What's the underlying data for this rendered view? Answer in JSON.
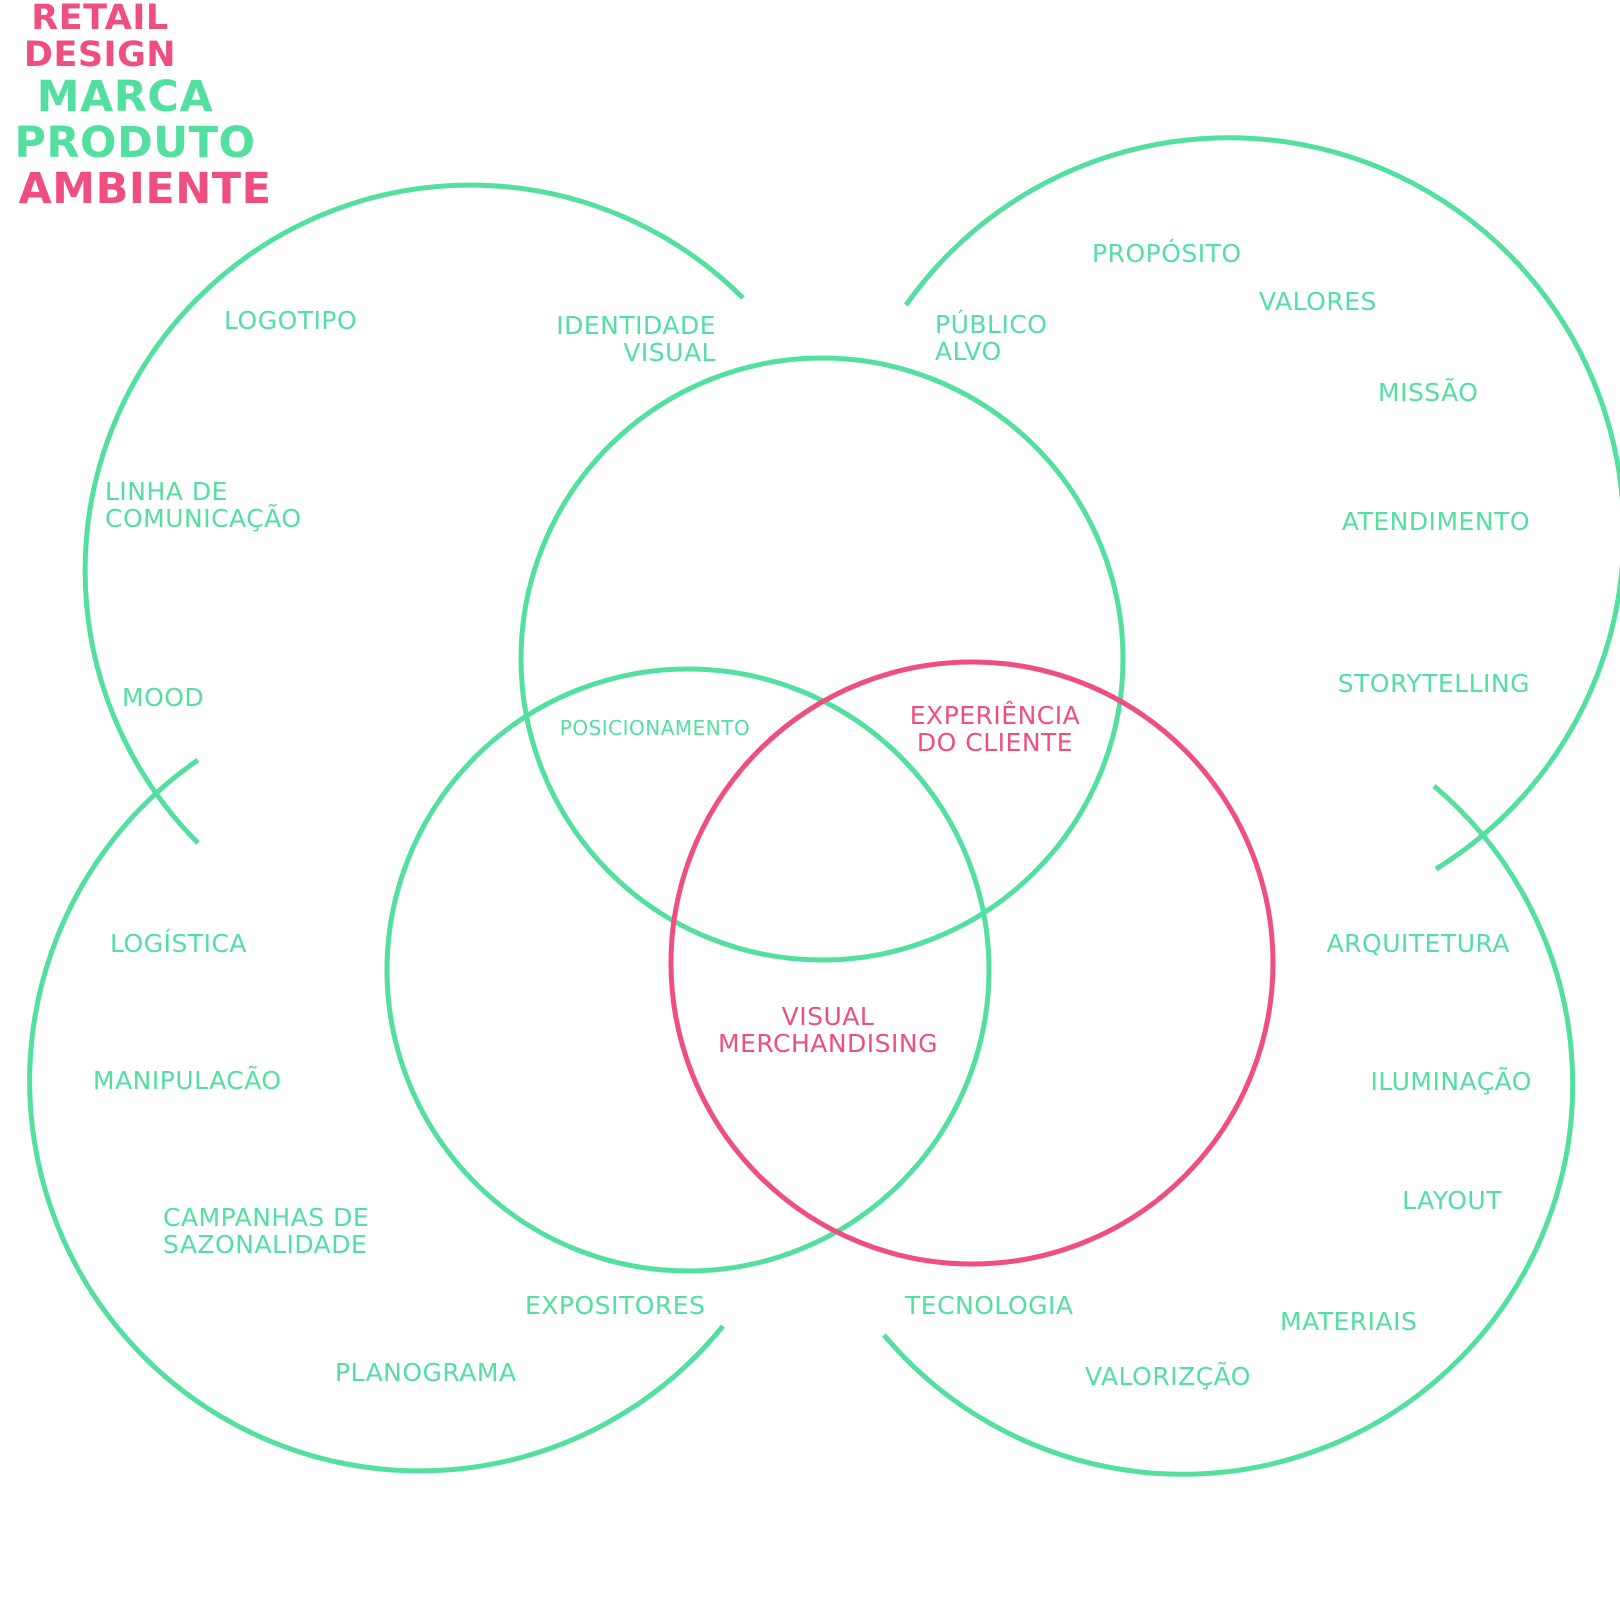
{
  "colors": {
    "green": "#52DFA0",
    "pink": "#EE4F80",
    "background": "#FFFFFF"
  },
  "core": {
    "line1": "RETAIL",
    "line2": "DESIGN"
  },
  "circles": {
    "marca": "MARCA",
    "produto": "PRODUTO",
    "ambiente": "AMBIENTE"
  },
  "intersections": {
    "marca_produto": "POSICIONAMENTO",
    "marca_ambiente": {
      "line1": "EXPERIÊNCIA",
      "line2": "DO CLIENTE"
    },
    "produto_ambiente": {
      "line1": "VISUAL",
      "line2": "MERCHANDISING"
    }
  },
  "outer_marca_left": {
    "logotipo": "LOGOTIPO",
    "identidade": {
      "line1": "IDENTIDADE",
      "line2": "VISUAL"
    },
    "linha": {
      "line1": "LINHA DE",
      "line2": "COMUNICAÇÃO"
    },
    "mood": "MOOD"
  },
  "outer_marca_right": {
    "proposito": "PROPÓSITO",
    "valores": "VALORES",
    "publico": {
      "line1": "PÚBLICO",
      "line2": "ALVO"
    },
    "missao": "MISSÃO",
    "atendimento": "ATENDIMENTO",
    "storytelling": "STORYTELLING"
  },
  "outer_produto": {
    "logistica": "LOGÍSTICA",
    "manipulacao": "MANIPULACÃO",
    "campanhas": {
      "line1": "CAMPANHAS DE",
      "line2": "SAZONALIDADE"
    },
    "expositores": "EXPOSITORES",
    "planograma": "PLANOGRAMA"
  },
  "outer_ambiente": {
    "arquitetura": "ARQUITETURA",
    "iluminacao": "ILUMINAÇÃO",
    "layout": "LAYOUT",
    "materiais": "MATERIAIS",
    "tecnologia": "TECNOLOGIA",
    "valorizacao": "VALORIZÇÃO"
  }
}
